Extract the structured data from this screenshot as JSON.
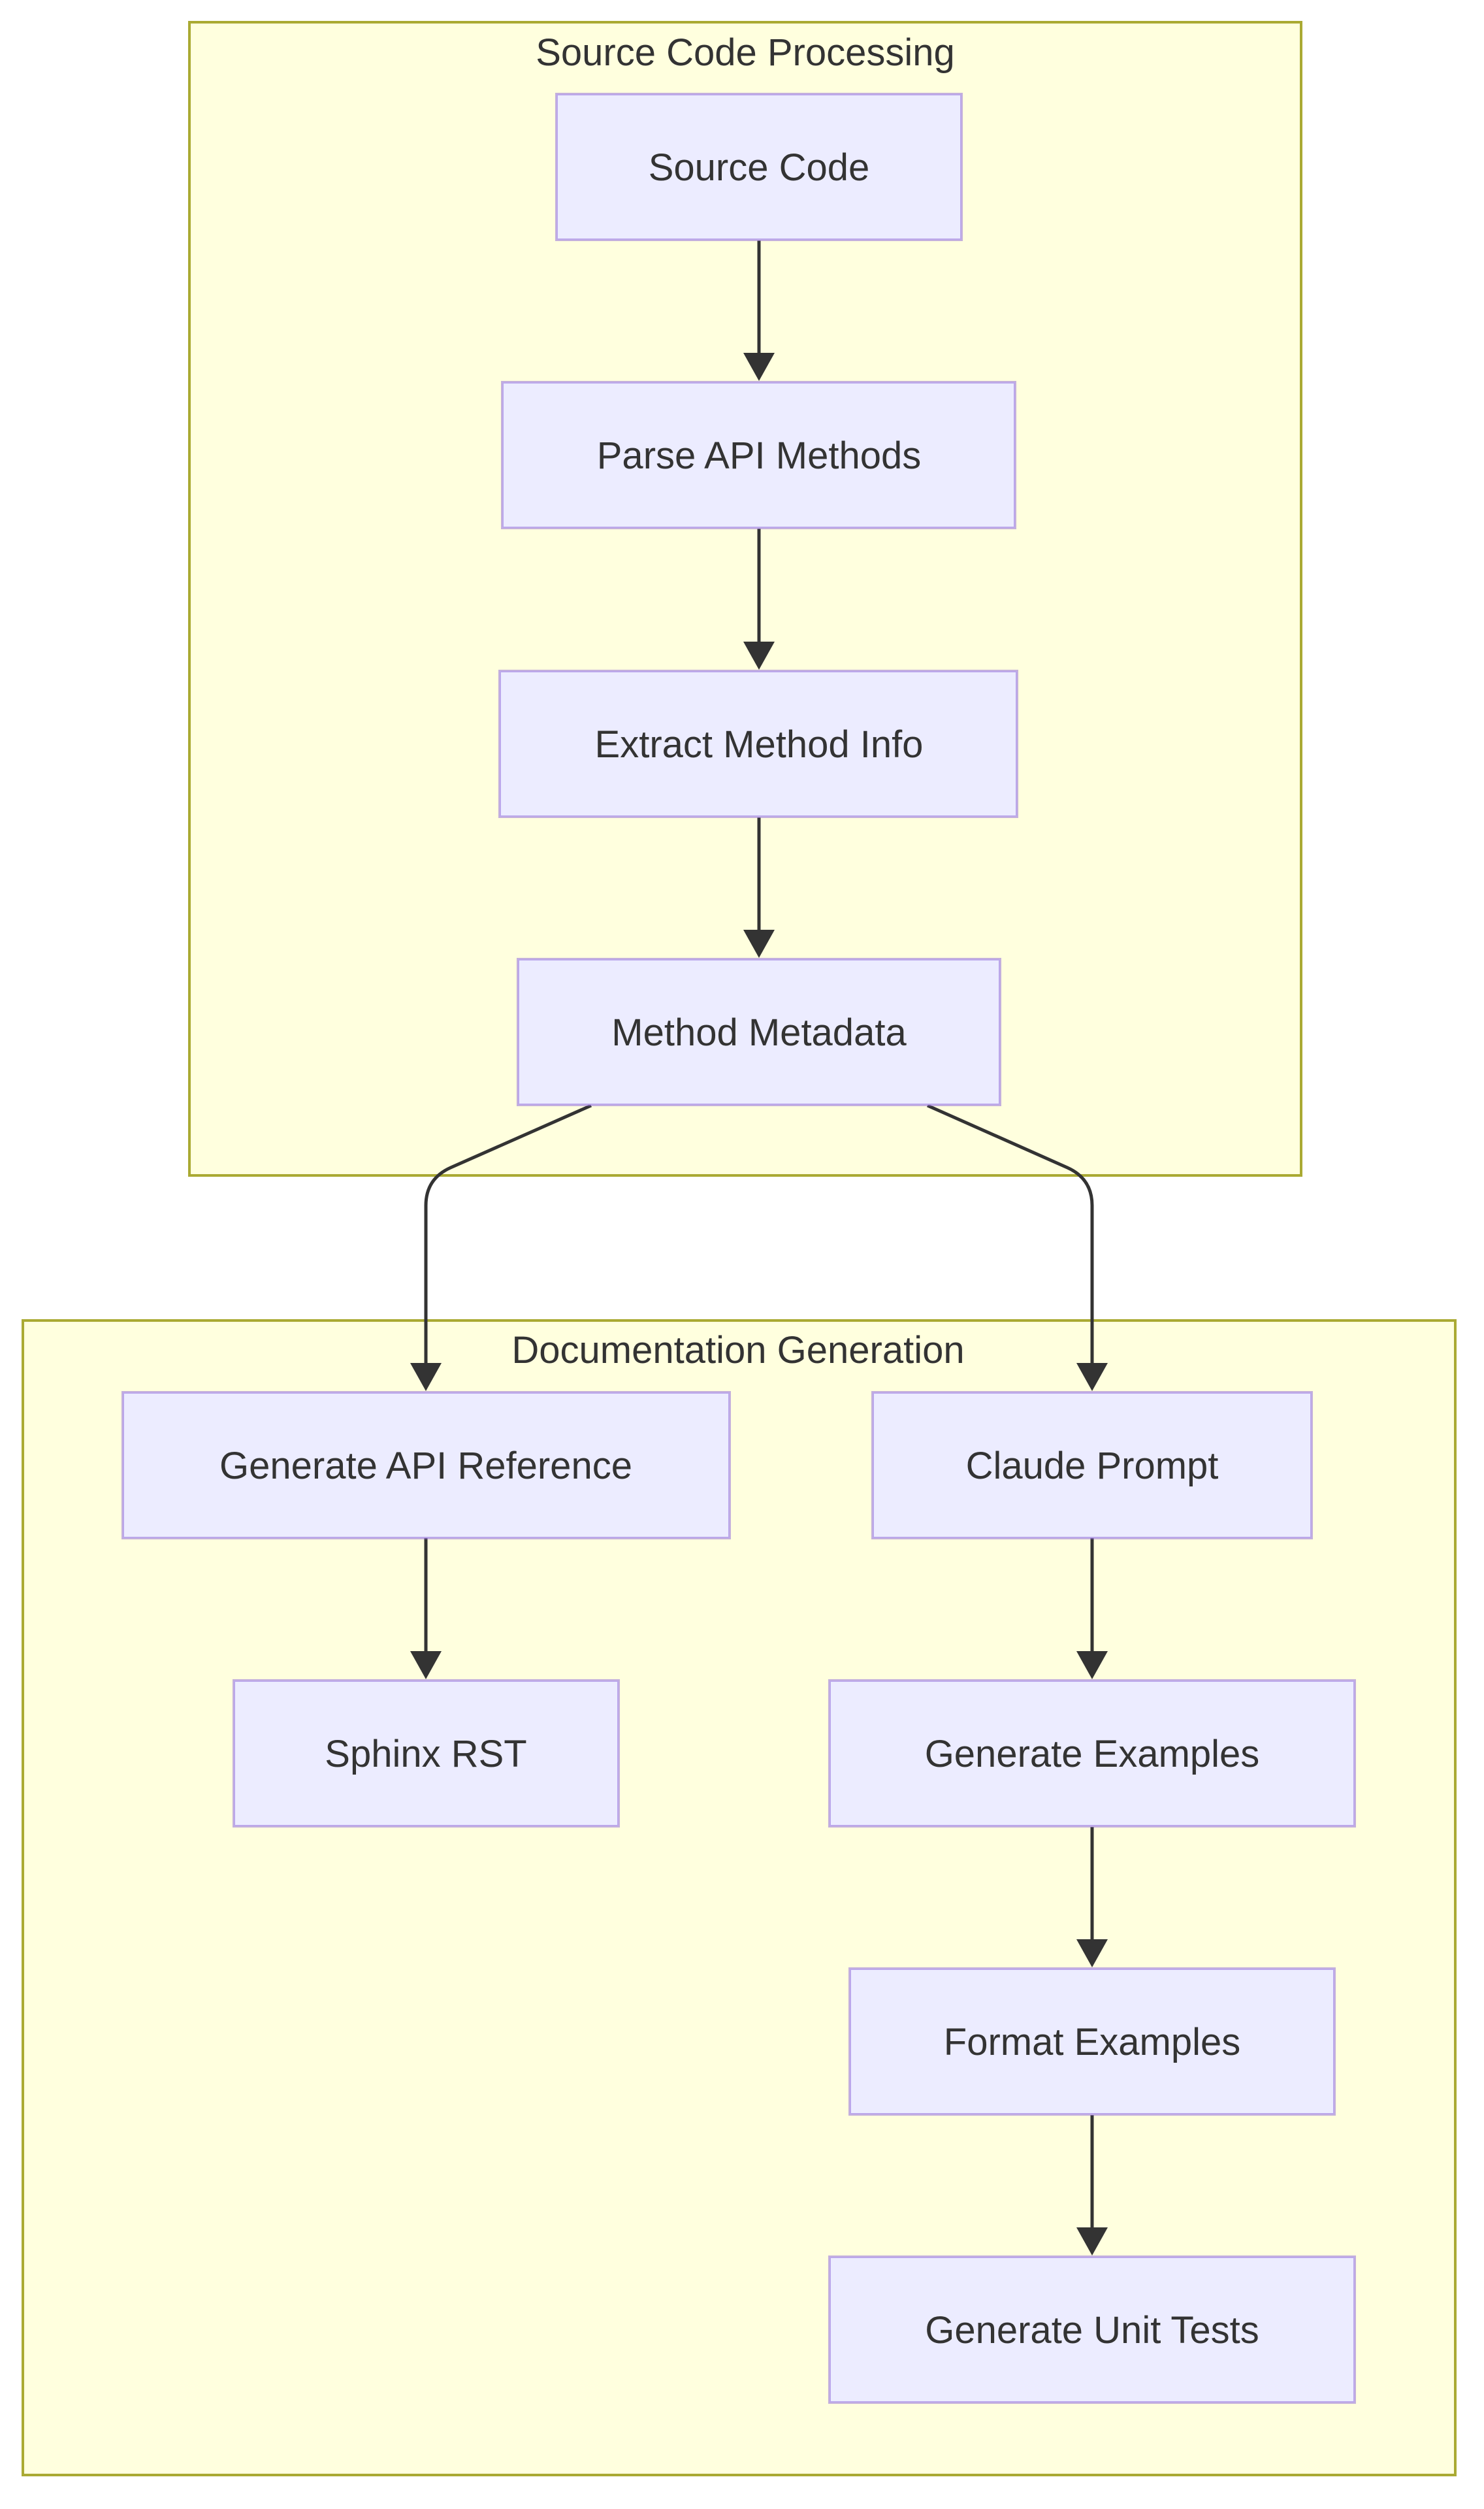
{
  "diagram": {
    "clusters": [
      {
        "id": "source",
        "label": "Source Code Processing"
      },
      {
        "id": "docs",
        "label": "Documentation Generation"
      }
    ],
    "nodes": [
      {
        "id": "source_code",
        "label": "Source Code",
        "cluster": "source"
      },
      {
        "id": "parse_api",
        "label": "Parse API Methods",
        "cluster": "source"
      },
      {
        "id": "extract_info",
        "label": "Extract Method Info",
        "cluster": "source"
      },
      {
        "id": "method_metadata",
        "label": "Method Metadata",
        "cluster": "source"
      },
      {
        "id": "gen_api_ref",
        "label": "Generate API Reference",
        "cluster": "docs"
      },
      {
        "id": "sphinx_rst",
        "label": "Sphinx RST",
        "cluster": "docs"
      },
      {
        "id": "claude_prompt",
        "label": "Claude Prompt",
        "cluster": "docs"
      },
      {
        "id": "gen_examples",
        "label": "Generate Examples",
        "cluster": "docs"
      },
      {
        "id": "format_examples",
        "label": "Format Examples",
        "cluster": "docs"
      },
      {
        "id": "gen_unit_tests",
        "label": "Generate Unit Tests",
        "cluster": "docs"
      }
    ],
    "edges": [
      {
        "from": "source_code",
        "to": "parse_api"
      },
      {
        "from": "parse_api",
        "to": "extract_info"
      },
      {
        "from": "extract_info",
        "to": "method_metadata"
      },
      {
        "from": "method_metadata",
        "to": "gen_api_ref"
      },
      {
        "from": "method_metadata",
        "to": "claude_prompt"
      },
      {
        "from": "gen_api_ref",
        "to": "sphinx_rst"
      },
      {
        "from": "claude_prompt",
        "to": "gen_examples"
      },
      {
        "from": "gen_examples",
        "to": "format_examples"
      },
      {
        "from": "format_examples",
        "to": "gen_unit_tests"
      }
    ]
  }
}
